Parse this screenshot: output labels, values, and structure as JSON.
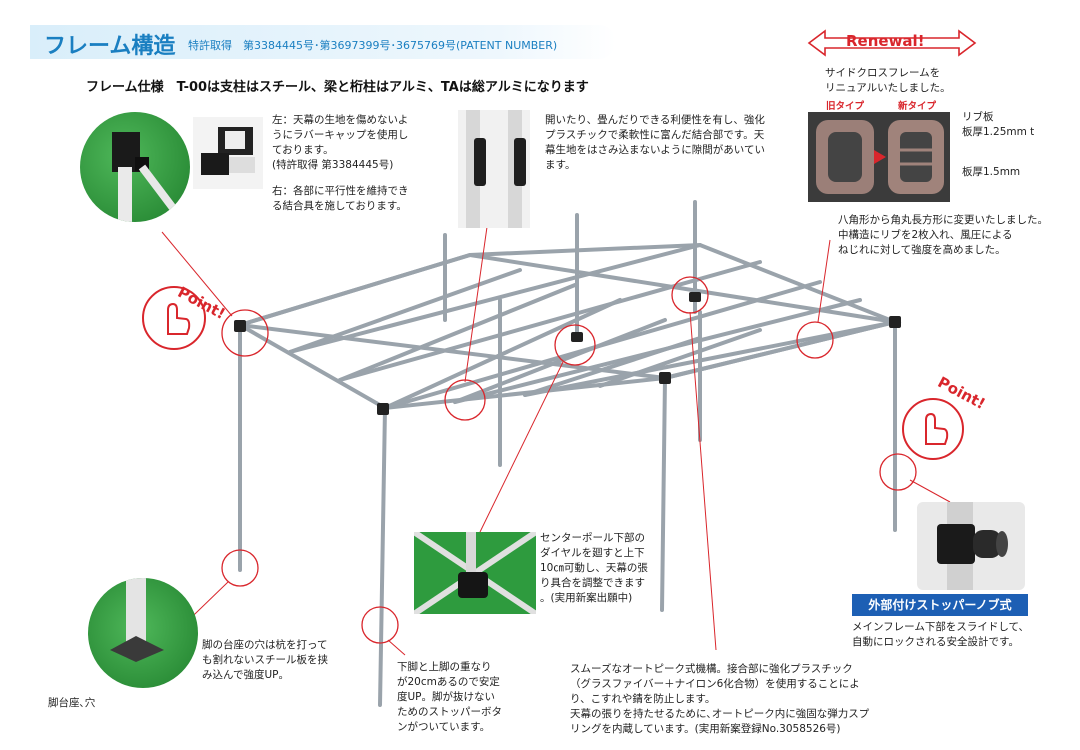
{
  "header": {
    "title": "フレーム構造",
    "patent": "特許取得　第3384445号･第3697399号･3675769号(PATENT NUMBER)"
  },
  "spec_line": "フレーム仕様　T-00は支柱はスチール、梁と桁柱はアルミ、TAは総アルミになります",
  "top_left_note": {
    "left": "左：天幕の生地を傷めないよ\nうにラバーキャップを使用し\nております。\n(特許取得 第3384445号)",
    "right": "右：各部に平行性を維持でき\nる結合具を施しております。"
  },
  "top_center_note": "開いたり、畳んだりできる利便性を有し、強化\nプラスチックで柔軟性に富んだ結合部です。天\n幕生地をはさみ込まないように隙間があいてい\nます。",
  "renewal": {
    "label": "Renewal!",
    "desc": "サイドクロスフレームを\nリニュアルいたしました。",
    "old_type": "旧タイプ",
    "new_type": "新タイプ",
    "rib": "リブ板\n板厚1.25mm t",
    "thickness": "板厚1.5mm",
    "explain": "八角形から角丸長方形に変更いたしました。\n中構造にリブを2枚入れ、風圧による\nねじれに対して強度を高めました。"
  },
  "point_label": "Point!",
  "center_pole_note": "センターポール下部の\nダイヤルを廻すと上下\n10㎝可動し、天幕の張\nり具合を調整できます\n。(実用新案出願中)",
  "stopper": {
    "badge": "外部付けストッパーノブ式",
    "desc": "メインフレーム下部をスライドして、\n自動にロックされる安全設計です。"
  },
  "base_note": "脚の台座の穴は杭を打って\nも割れないスチール板を挟\nみ込んで強度UP。",
  "base_caption": "脚台座､穴",
  "leg_note": "下脚と上脚の重なり\nが20cmあるので安定\n度UP。脚が抜けない\nためのストッパーボタ\nンがついています。",
  "autopeak_note": "スムーズなオートピーク式機構。接合部に強化プラスチック\n（グラスファイバー＋ナイロン6化合物）を使用することによ\nり、こすれや錆を防止します。\n天幕の張りを持たせるために､オートピーク内に強固な弾力スプ\nリングを内蔵しています。(実用新案登録No.3058526号)",
  "colors": {
    "accent": "#1a7fc1",
    "red": "#d9262c",
    "badge": "#1d5fb4",
    "green": "#2e9b3e"
  }
}
